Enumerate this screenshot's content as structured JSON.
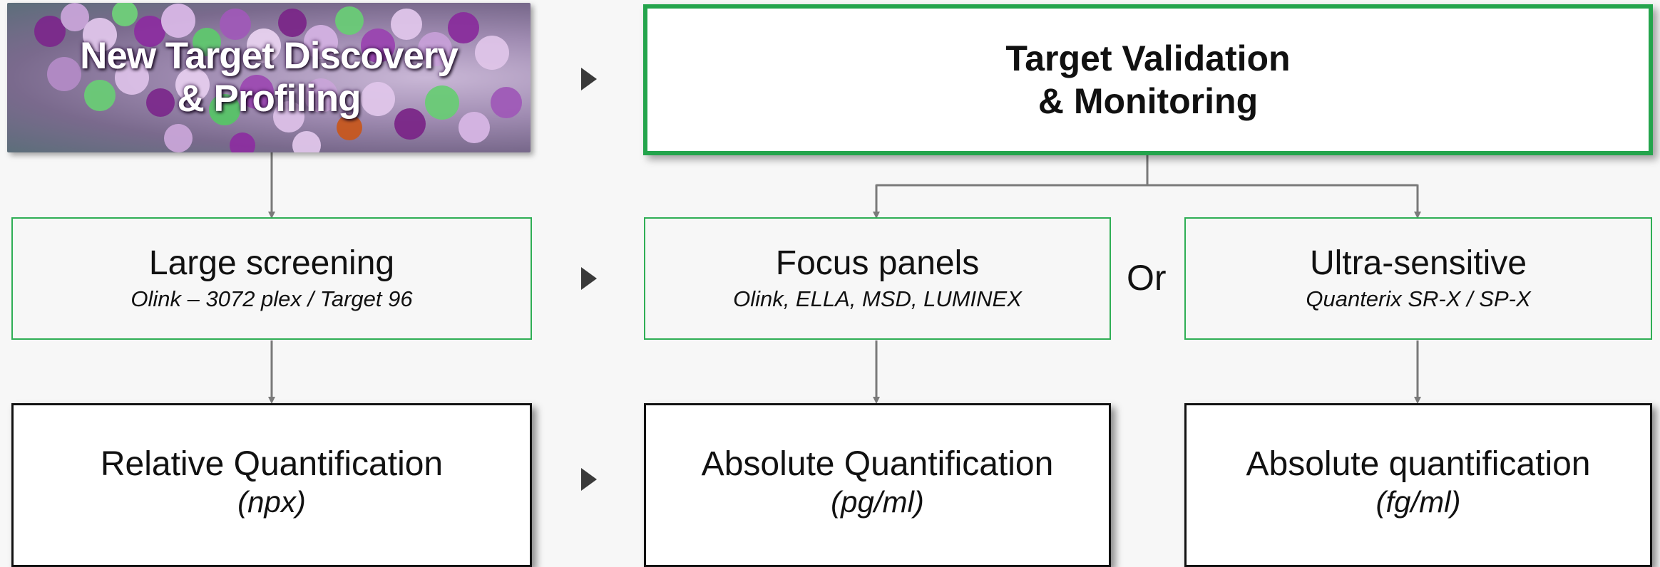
{
  "row1": {
    "discovery": {
      "line1": "New Target Discovery",
      "line2": "& Profiling"
    },
    "validation": {
      "line1": "Target Validation",
      "line2": "& Monitoring"
    }
  },
  "row2": {
    "large": {
      "title": "Large screening",
      "subtitle": "Olink – 3072 plex / Target 96"
    },
    "focus": {
      "title": "Focus panels",
      "subtitle": "Olink, ELLA, MSD, LUMINEX"
    },
    "or_label": "Or",
    "ultra": {
      "title": "Ultra-sensitive",
      "subtitle": "Quanterix SR-X / SP-X"
    }
  },
  "row3": {
    "relative": {
      "title": "Relative Quantification",
      "unit": "(npx)"
    },
    "absolute": {
      "title": "Absolute Quantification",
      "unit": "(pg/ml)"
    },
    "absolute2": {
      "title": "Absolute quantification",
      "unit": "(fg/ml)"
    }
  },
  "colors": {
    "green_border": "#2fae55",
    "arrow": "#7a7a7a",
    "triangle": "#3a3a3a"
  }
}
